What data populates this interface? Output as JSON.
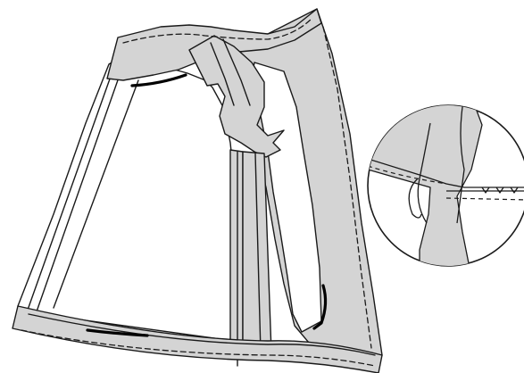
{
  "illustration": {
    "fabric_shade": "#d4d4d4",
    "line_color": "#1a1a1a",
    "background": "#ffffff",
    "parts": [
      "waistband",
      "skirt-panel-left",
      "skirt-panel-right",
      "hem-band",
      "center-pleat",
      "turned-back-facing",
      "dashed-stitch-lines",
      "detail-magnifier-circle"
    ]
  }
}
